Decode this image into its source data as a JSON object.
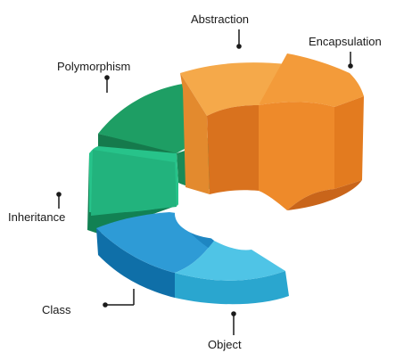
{
  "diagram": {
    "segments": [
      {
        "id": "abstraction",
        "label": "Abstraction",
        "color": "#F5A94A"
      },
      {
        "id": "encapsulation",
        "label": "Encapsulation",
        "color": "#F39B3A"
      },
      {
        "id": "polymorphism",
        "label": "Polymorphism",
        "color": "#1E9E64"
      },
      {
        "id": "inheritance",
        "label": "Inheritance",
        "color": "#27C38A"
      },
      {
        "id": "class",
        "label": "Class",
        "color": "#2E9BD6"
      },
      {
        "id": "object",
        "label": "Object",
        "color": "#4FC4E6"
      }
    ]
  }
}
